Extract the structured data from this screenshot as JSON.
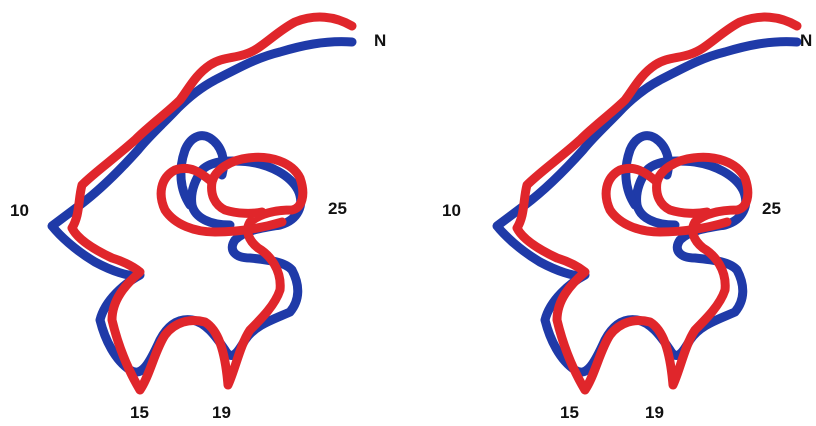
{
  "colors": {
    "structure_a": "#1f3aa8",
    "structure_b": "#e0262b",
    "label": "#111111",
    "background": "#ffffff"
  },
  "panels": [
    {
      "name": "left",
      "labels": {
        "n_terminus": "N",
        "residue_10": "10",
        "residue_15": "15",
        "residue_19": "19",
        "residue_25": "25"
      }
    },
    {
      "name": "right",
      "labels": {
        "n_terminus": "N",
        "residue_10": "10",
        "residue_15": "15",
        "residue_19": "19",
        "residue_25": "25"
      }
    }
  ]
}
